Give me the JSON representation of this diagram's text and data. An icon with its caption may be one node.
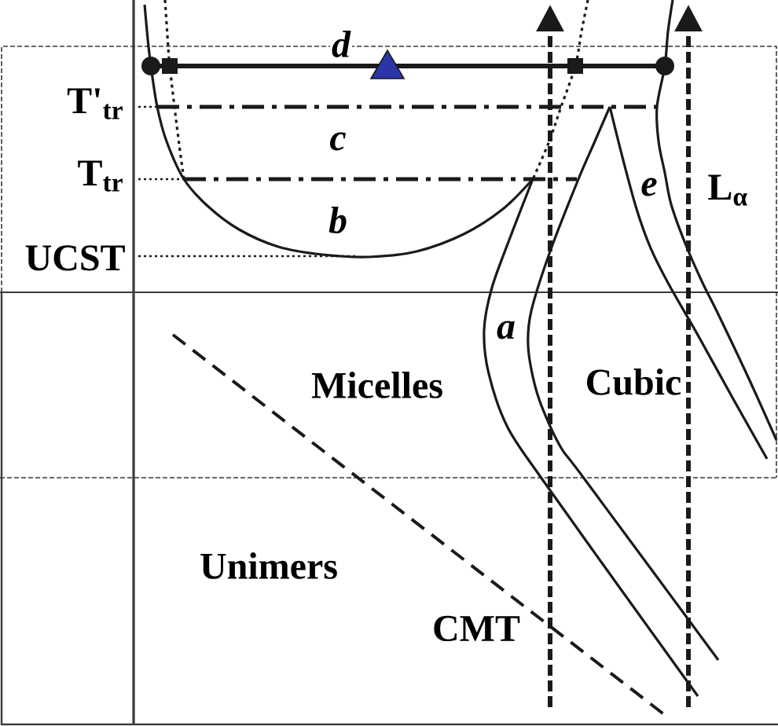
{
  "diagram": {
    "labels": [
      "d",
      "T'$_{tr}$",
      "c",
      "T$_{tr}$",
      "e",
      "L$_{α}$",
      "b",
      "UCST",
      "a",
      "Micelles",
      "Cubic",
      "Unimers",
      "CMT"
    ]
  }
}
